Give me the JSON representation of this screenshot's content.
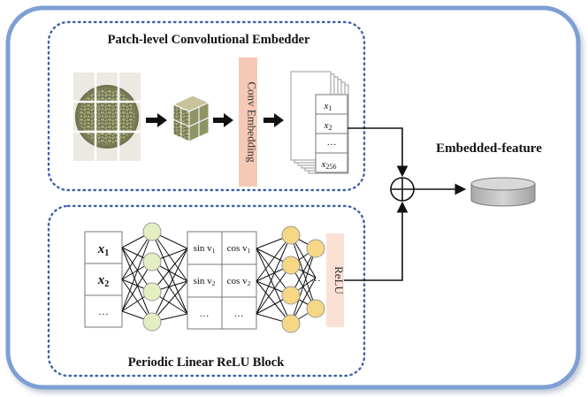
{
  "diagram": {
    "embedder_title": "Patch-level Convolutional Embedder",
    "block_title": "Periodic Linear ReLU Block",
    "conv_label": "Conv Embedding",
    "relu_label": "ReLU",
    "output_label": "Embedded-feature",
    "stack_cells": [
      "x",
      "x",
      "…",
      "x"
    ],
    "stack_subscripts": [
      "1",
      "2",
      "",
      "256"
    ],
    "input_cells": [
      "x",
      "x",
      "…"
    ],
    "input_subscripts": [
      "1",
      "2",
      ""
    ],
    "periodic_rows": [
      {
        "sin": "sin v",
        "sin_sub": "1",
        "cos": "cos v",
        "cos_sub": "1"
      },
      {
        "sin": "sin v",
        "sin_sub": "2",
        "cos": "cos v",
        "cos_sub": "2"
      },
      {
        "sin": "…",
        "sin_sub": "",
        "cos": "…",
        "cos_sub": ""
      }
    ],
    "hidden_dots": "…",
    "colors": {
      "outer_border": "#7d9fd4",
      "dotted_border": "#3f63a8",
      "green_node": "#e4eec2",
      "yellow_node": "#f6d784",
      "conv_bar": "#f6c9b6",
      "relu_bar": "#fbe1d4",
      "disk": "#c6c6c6"
    },
    "icons": [
      "image-patches-icon",
      "patch-cube-icon",
      "arrow-icon",
      "sum-node-icon",
      "database-disk-icon"
    ]
  }
}
